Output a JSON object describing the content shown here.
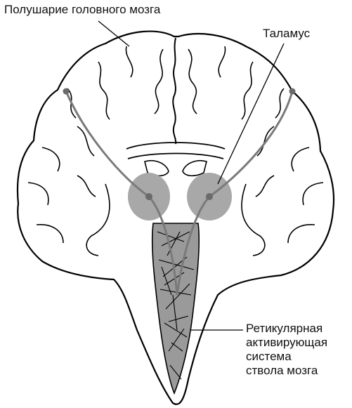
{
  "labels": {
    "hemisphere": "Полушарие головного мозга",
    "thalamus": "Таламус",
    "reticular_lines": [
      "Ретикулярная",
      "активирующая",
      "система",
      "ствола мозга"
    ]
  },
  "colors": {
    "outline": "#000000",
    "thalamus_fill": "#a8a8a8",
    "reticular_fill": "#9a9a9a",
    "pathway": "#7a7a7a",
    "background": "#ffffff"
  }
}
